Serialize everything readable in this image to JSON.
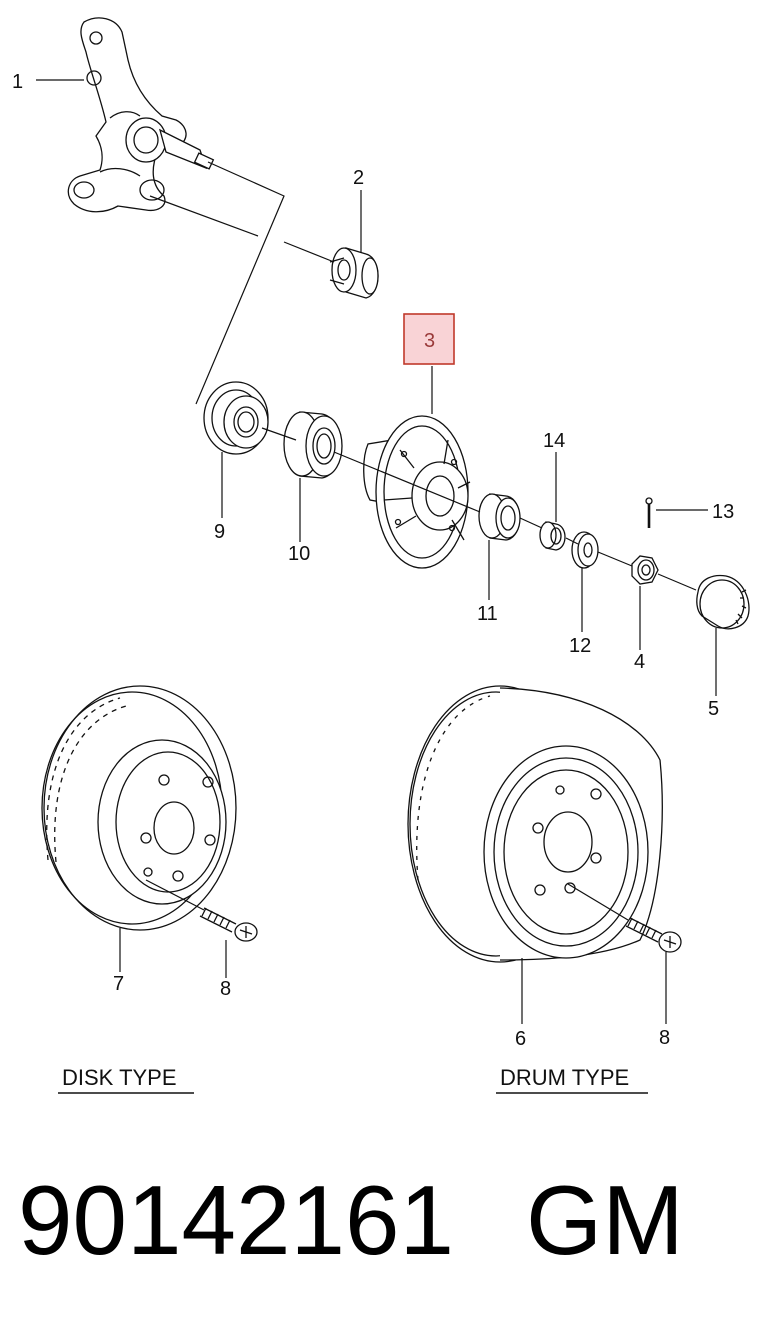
{
  "callouts": [
    {
      "id": "1",
      "text": "1",
      "highlighted": false
    },
    {
      "id": "2",
      "text": "2",
      "highlighted": false
    },
    {
      "id": "3",
      "text": "3",
      "highlighted": true
    },
    {
      "id": "4",
      "text": "4",
      "highlighted": false
    },
    {
      "id": "5",
      "text": "5",
      "highlighted": false
    },
    {
      "id": "6",
      "text": "6",
      "highlighted": false
    },
    {
      "id": "7",
      "text": "7",
      "highlighted": false
    },
    {
      "id": "8a",
      "text": "8",
      "highlighted": false
    },
    {
      "id": "8b",
      "text": "8",
      "highlighted": false
    },
    {
      "id": "9",
      "text": "9",
      "highlighted": false
    },
    {
      "id": "10",
      "text": "10",
      "highlighted": false
    },
    {
      "id": "11",
      "text": "11",
      "highlighted": false
    },
    {
      "id": "12",
      "text": "12",
      "highlighted": false
    },
    {
      "id": "13",
      "text": "13",
      "highlighted": false
    },
    {
      "id": "14",
      "text": "14",
      "highlighted": false
    }
  ],
  "captions": {
    "disk_type": "DISK TYPE",
    "drum_type": "DRUM TYPE"
  },
  "footer": {
    "part_number": "90142161",
    "brand": "GM"
  },
  "colors": {
    "highlight_fill": "#f9d3d6",
    "highlight_border": "#c0392b",
    "line": "#111111"
  }
}
